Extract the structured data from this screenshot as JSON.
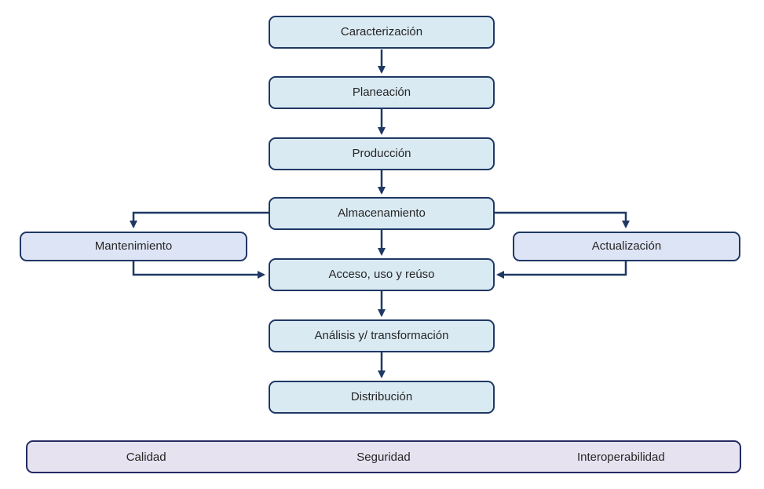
{
  "diagram": {
    "type": "flowchart",
    "nodes": {
      "caracterizacion": "Caracterización",
      "planeacion": "Planeación",
      "produccion": "Producción",
      "almacenamiento": "Almacenamiento",
      "mantenimiento": "Mantenimiento",
      "actualizacion": "Actualización",
      "acceso": "Acceso, uso y reúso",
      "analisis": "Análisis y/ transformación",
      "distribucion": "Distribución"
    },
    "edges": [
      [
        "caracterizacion",
        "planeacion"
      ],
      [
        "planeacion",
        "produccion"
      ],
      [
        "produccion",
        "almacenamiento"
      ],
      [
        "almacenamiento",
        "acceso"
      ],
      [
        "almacenamiento",
        "mantenimiento"
      ],
      [
        "mantenimiento",
        "acceso"
      ],
      [
        "almacenamiento",
        "actualizacion"
      ],
      [
        "actualizacion",
        "acceso"
      ],
      [
        "acceso",
        "analisis"
      ],
      [
        "analisis",
        "distribucion"
      ]
    ],
    "footer": {
      "items": [
        "Calidad",
        "Seguridad",
        "Interoperabilidad"
      ]
    },
    "colors": {
      "main_node_fill": "#daeaf3",
      "side_node_fill": "#dde4f5",
      "footer_fill": "#e7e2f0",
      "node_border": "#1f3864",
      "footer_border": "#242a64",
      "arrow": "#1f3864",
      "text": "#262626",
      "background": "#ffffff"
    }
  }
}
